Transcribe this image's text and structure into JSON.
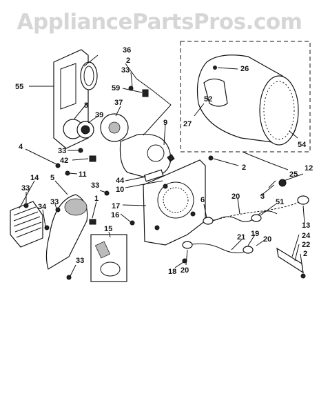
{
  "watermark": "AppliancePartsPros.com",
  "callouts": {
    "c36": "36",
    "c55": "55",
    "c2a": "2",
    "c33a": "33",
    "c59": "59",
    "c37": "37",
    "c8": "8",
    "c39": "39",
    "c9": "9",
    "c4": "4",
    "c33b": "33",
    "c42": "42",
    "c11": "11",
    "c44": "44",
    "c10": "10",
    "c14": "14",
    "c5": "5",
    "c33c": "33",
    "c33d": "33",
    "c34": "34",
    "c33e": "33",
    "c1": "1",
    "c17": "17",
    "c16": "16",
    "c15": "15",
    "c33f": "33",
    "c26": "26",
    "c52": "52",
    "c27": "27",
    "c54": "54",
    "c2b": "2",
    "c25": "25",
    "c12": "12",
    "c3": "3",
    "c6": "6",
    "c20a": "20",
    "c51": "51",
    "c21": "21",
    "c19": "19",
    "c20b": "20",
    "c13": "13",
    "c24": "24",
    "c22": "22",
    "c2c": "2",
    "c18": "18",
    "c20c": "20"
  },
  "colors": {
    "line": "#111111",
    "watermark": "#d6d6d6",
    "background": "#ffffff"
  }
}
